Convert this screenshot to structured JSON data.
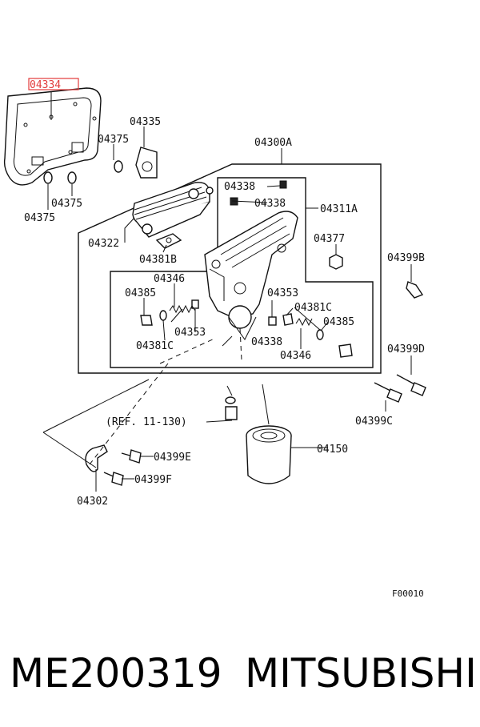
{
  "diagram": {
    "highlight_color": "#e23b3b",
    "labels": {
      "l04334": "04334",
      "l04335": "04335",
      "l04375a": "04375",
      "l04375b": "04375",
      "l04375c": "04375",
      "l04300a": "04300A",
      "l04338a": "04338",
      "l04338b": "04338",
      "l04338c": "04338",
      "l04311a": "04311A",
      "l04322": "04322",
      "l04381b": "04381B",
      "l04377": "04377",
      "l04399b": "04399B",
      "l04346a": "04346",
      "l04346b": "04346",
      "l04385a": "04385",
      "l04385b": "04385",
      "l04353a": "04353",
      "l04353b": "04353",
      "l04381ca": "04381C",
      "l04381cb": "04381C",
      "l04399d": "04399D",
      "l04399c": "04399C",
      "ref": "(REF. 11-130)",
      "l04150": "04150",
      "l04399e": "04399E",
      "l04399f": "04399F",
      "l04302": "04302",
      "code": "F00010"
    }
  },
  "footer": {
    "part_number": "ME200319",
    "brand": "MITSUBISHI"
  }
}
